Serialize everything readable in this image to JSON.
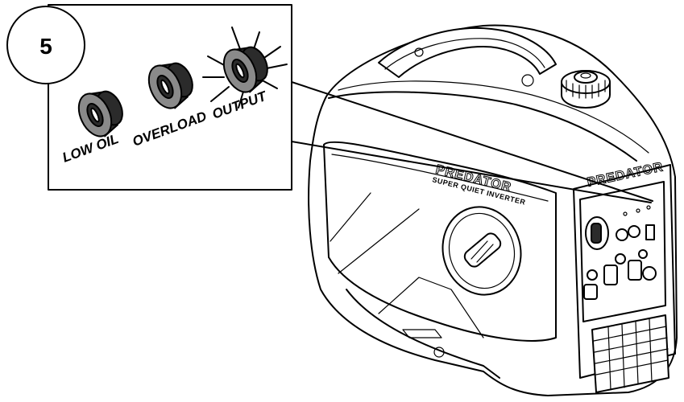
{
  "step": {
    "number": "5"
  },
  "indicators": [
    {
      "label": "LOW OIL",
      "state": "off"
    },
    {
      "label": "OVERLOAD",
      "state": "off"
    },
    {
      "label": "OUTPUT",
      "state": "on"
    }
  ],
  "generator": {
    "brand": "PREDATOR",
    "subtitle": "SUPER QUIET INVERTER",
    "panel_brand": "PREDATOR"
  },
  "colors": {
    "lens": "#8a8a8a",
    "lens_lit": "#8a8a8a",
    "line": "#000000"
  }
}
